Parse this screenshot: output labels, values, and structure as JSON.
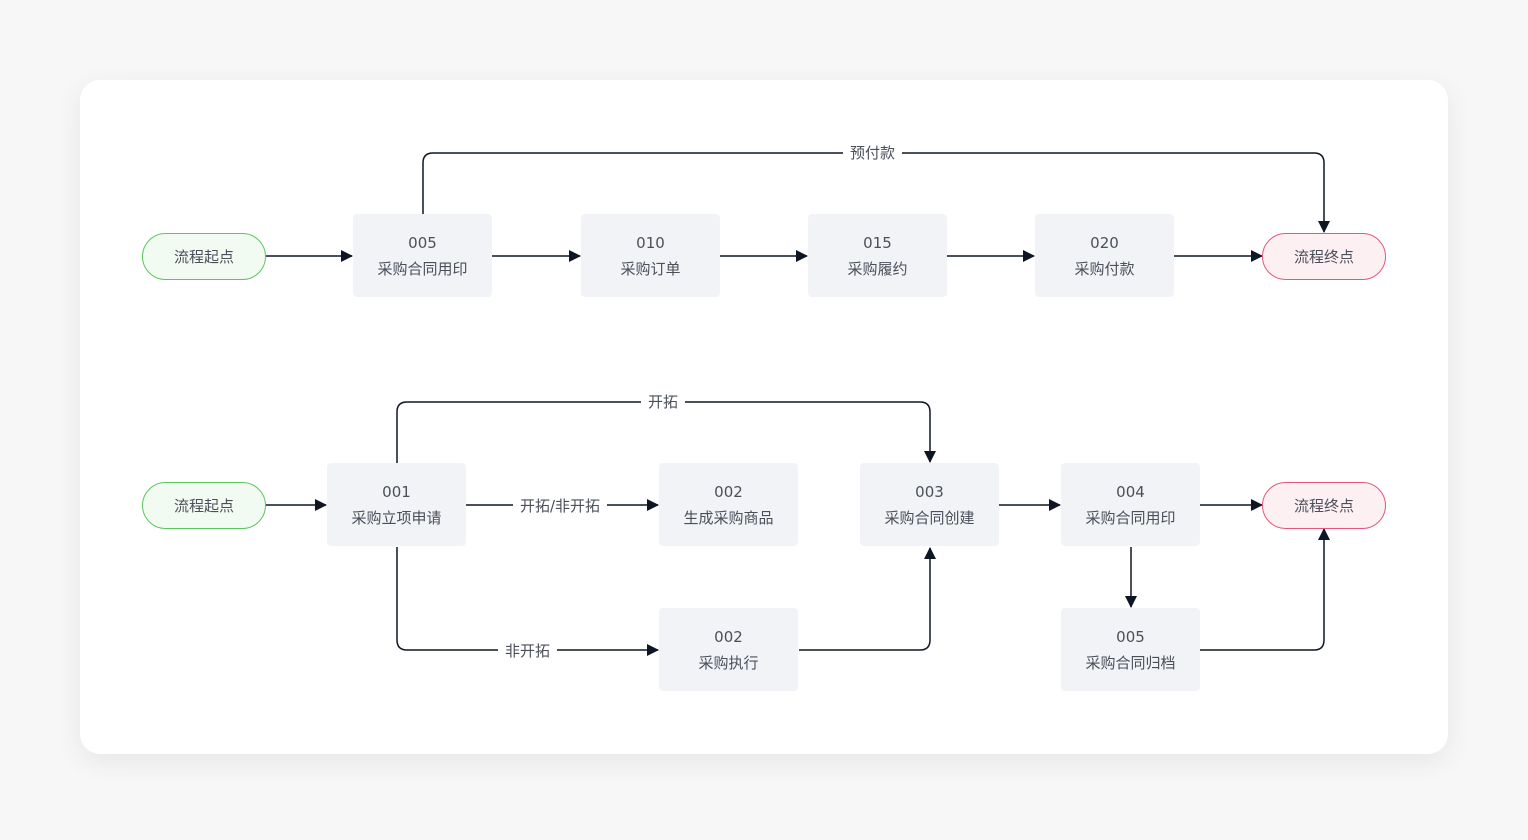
{
  "flow1": {
    "start": "流程起点",
    "end": "流程终点",
    "steps": [
      {
        "code": "005",
        "name": "采购合同用印"
      },
      {
        "code": "010",
        "name": "采购订单"
      },
      {
        "code": "015",
        "name": "采购履约"
      },
      {
        "code": "020",
        "name": "采购付款"
      }
    ],
    "edge_labels": {
      "prepay": "预付款"
    }
  },
  "flow2": {
    "start": "流程起点",
    "end": "流程终点",
    "steps": [
      {
        "code": "001",
        "name": "采购立项申请"
      },
      {
        "code": "002",
        "name": "生成采购商品"
      },
      {
        "code": "002",
        "name": "采购执行"
      },
      {
        "code": "003",
        "name": "采购合同创建"
      },
      {
        "code": "004",
        "name": "采购合同用印"
      },
      {
        "code": "005",
        "name": "采购合同归档"
      }
    ],
    "edge_labels": {
      "expand": "开拓",
      "expand_or_not": "开拓/非开拓",
      "not_expand": "非开拓"
    }
  },
  "colors": {
    "edge": "#0f1623",
    "step_fill": "#f2f3f6",
    "start_border": "#5ec45e",
    "start_fill": "#f2fbf1",
    "end_border": "#e4577a",
    "end_fill": "#fdf0f3",
    "text": "#4a4f5a"
  }
}
